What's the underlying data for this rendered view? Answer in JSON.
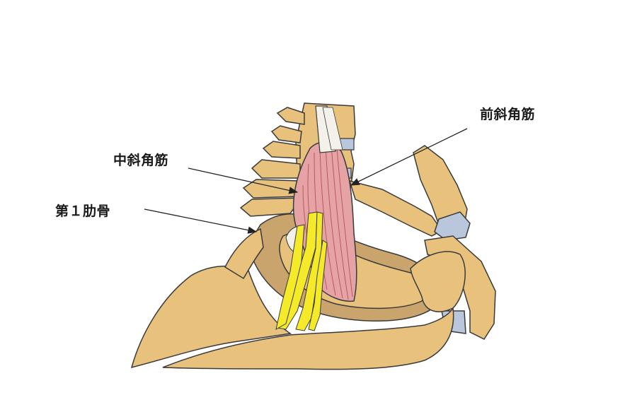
{
  "labels": {
    "anterior_scalene": "前斜角筋",
    "middle_scalene": "中斜角筋",
    "first_rib": "第１肋骨"
  },
  "colors": {
    "bone": "#e8c27d",
    "bone_outline": "#3a3a3a",
    "rib_shadow": "#c9a46c",
    "cartilage": "#b9c6dc",
    "muscle": "#e6a3a6",
    "muscle_stripe": "#b8585e",
    "tendon": "#f4f0ea",
    "nerve": "#f5ea2a",
    "arrow": "#222222"
  }
}
